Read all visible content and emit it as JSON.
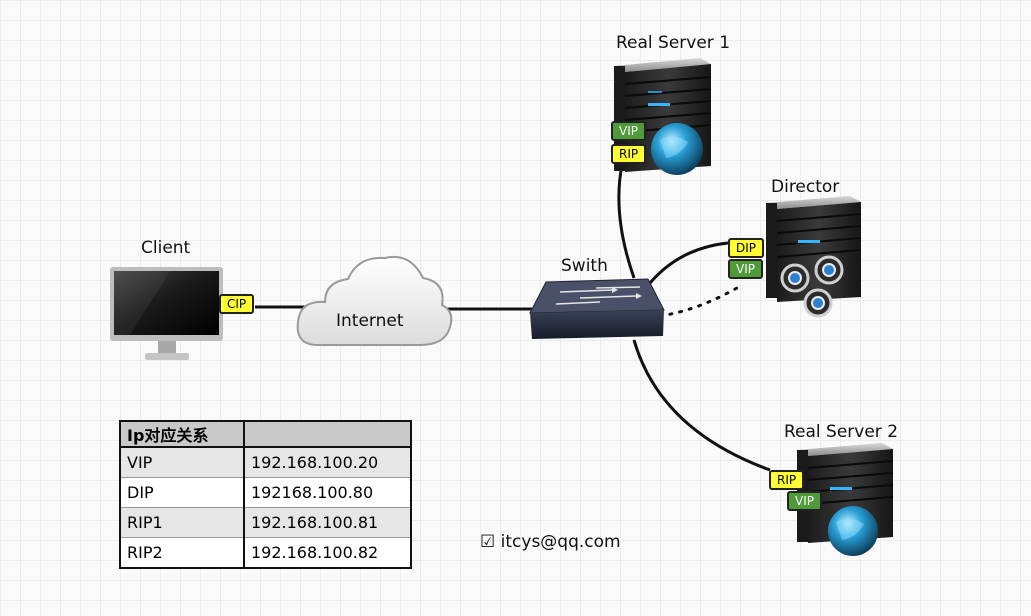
{
  "nodes": {
    "client": {
      "label": "Client"
    },
    "internet": {
      "label": "Internet"
    },
    "switch": {
      "label": "Swith"
    },
    "director": {
      "label": "Director"
    },
    "real_server_1": {
      "label": "Real Server 1"
    },
    "real_server_2": {
      "label": "Real Server 2"
    }
  },
  "tags": {
    "client_cip": "CIP",
    "rs1_vip": "VIP",
    "rs1_rip": "RIP",
    "director_dip": "DIP",
    "director_vip": "VIP",
    "rs2_rip": "RIP",
    "rs2_vip": "VIP"
  },
  "ip_table": {
    "header": "Ip对应关系",
    "rows": [
      {
        "name": "VIP",
        "ip": "192.168.100.20"
      },
      {
        "name": "DIP",
        "ip": "192168.100.80"
      },
      {
        "name": "RIP1",
        "ip": "192.168.100.81"
      },
      {
        "name": "RIP2",
        "ip": "192.168.100.82"
      }
    ]
  },
  "footer": {
    "check_icon": "☑",
    "email": "itcys@qq.com"
  },
  "colors": {
    "tag_yellow": "#ffff33",
    "tag_green": "#4f9a3a",
    "server_body": "#2b2b2b",
    "link": "#111111"
  }
}
